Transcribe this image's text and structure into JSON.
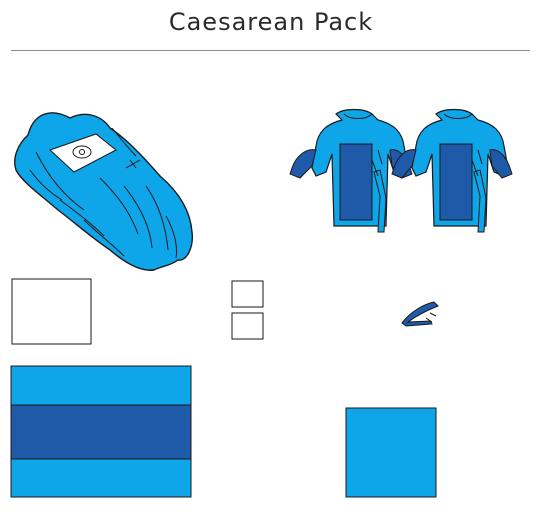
{
  "header": {
    "title": "Caesarean Pack"
  },
  "palette": {
    "light_blue": "#0ea5e9",
    "dark_blue": "#1e5aa8",
    "outline": "#1a1a1a"
  },
  "items": [
    {
      "icon": "folded-drape-icon"
    },
    {
      "icon": "surgical-gown-icon",
      "count": 2
    },
    {
      "icon": "towel-icon"
    },
    {
      "icon": "small-square-icon",
      "count": 2
    },
    {
      "icon": "cord-clamp-icon"
    },
    {
      "icon": "reinforced-drape-icon"
    },
    {
      "icon": "square-drape-icon"
    }
  ]
}
